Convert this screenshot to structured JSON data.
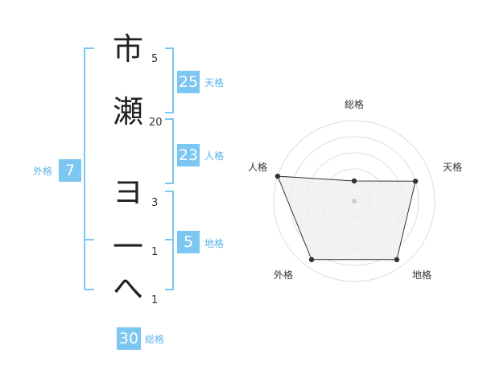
{
  "name": {
    "characters": [
      {
        "char": "市",
        "strokes": "5"
      },
      {
        "char": "瀬",
        "strokes": "20"
      },
      {
        "char": "ヨ",
        "strokes": "3"
      },
      {
        "char": "一",
        "strokes": "1"
      },
      {
        "char": "へ",
        "strokes": "1"
      }
    ]
  },
  "fortunes": {
    "tenkaku": {
      "value": "25",
      "label": "天格"
    },
    "jinkaku": {
      "value": "23",
      "label": "人格"
    },
    "chikaku": {
      "value": "5",
      "label": "地格"
    },
    "gaikaku": {
      "value": "7",
      "label": "外格"
    },
    "soukaku": {
      "value": "30",
      "label": "総格"
    }
  },
  "chart_data": {
    "type": "radar",
    "axes": [
      "総格",
      "天格",
      "地格",
      "外格",
      "人格"
    ],
    "values": [
      0.25,
      0.8,
      0.9,
      0.9,
      1.0
    ],
    "max": 1,
    "rings": 5,
    "colors": {
      "fill": "#eeeeee",
      "line": "#333333",
      "grid": "#dddddd",
      "accent": "#7cc6f2"
    }
  }
}
